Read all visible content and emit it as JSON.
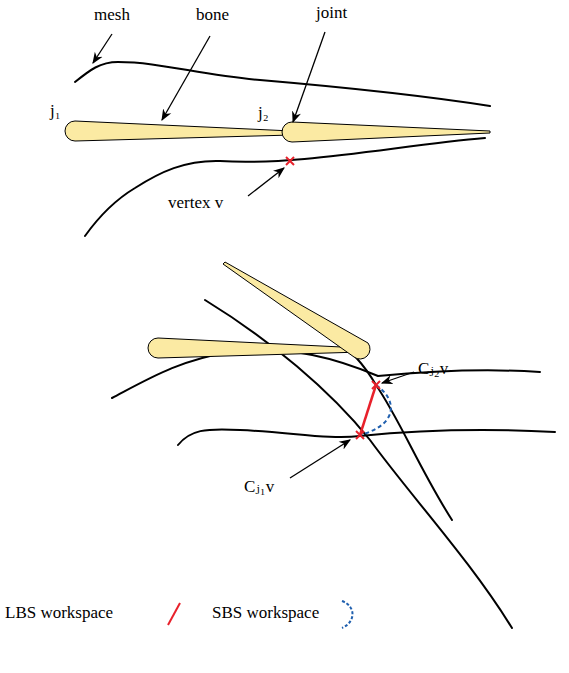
{
  "diagram": {
    "labels": [
      "mesh",
      "bone",
      "joint",
      "j₁",
      "j₂",
      "vertex v",
      "Cⱼ₂v",
      "Cⱼ₁v"
    ],
    "legend": [
      {
        "text": "LBS workspace"
      },
      {
        "text": "SBS workspace"
      }
    ]
  }
}
